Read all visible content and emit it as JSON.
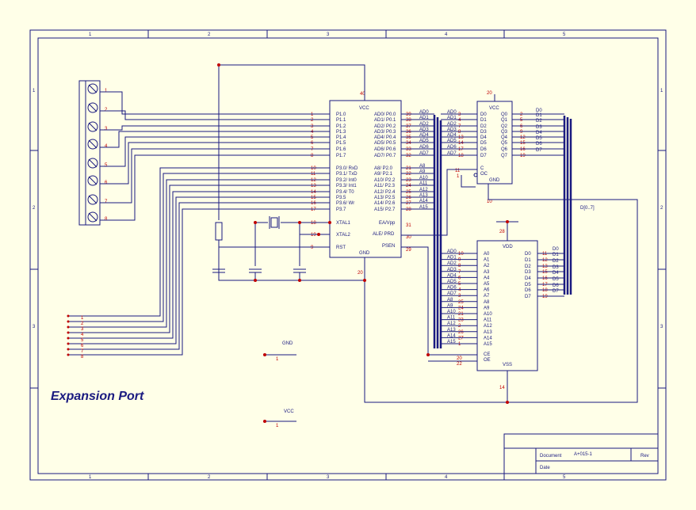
{
  "sheet": {
    "title": "Expansion Port",
    "zones_h": [
      "1",
      "2",
      "3",
      "4",
      "5"
    ],
    "zones_v": [
      "1",
      "2",
      "3"
    ],
    "title_block": {
      "document_label": "Document",
      "document_value": "A+015-1",
      "rev_label": "Rev",
      "date_label": "Date"
    }
  },
  "connector": {
    "pins": [
      "1",
      "2",
      "3",
      "4",
      "5",
      "6",
      "7",
      "8"
    ]
  },
  "header_lower": {
    "pins": [
      "1",
      "2",
      "3",
      "4",
      "5",
      "6",
      "7",
      "8"
    ]
  },
  "mcu": {
    "vcc": "VCC",
    "gnd": "GND",
    "vcc_pin": "40",
    "gnd_pin": "20",
    "left_pins": [
      {
        "n": "1",
        "name": "P1.0"
      },
      {
        "n": "2",
        "name": "P1.1"
      },
      {
        "n": "3",
        "name": "P1.2"
      },
      {
        "n": "4",
        "name": "P1.3"
      },
      {
        "n": "5",
        "name": "P1.4"
      },
      {
        "n": "6",
        "name": "P1.5"
      },
      {
        "n": "7",
        "name": "P1.6"
      },
      {
        "n": "8",
        "name": "P1.7"
      },
      {
        "n": "10",
        "name": "P3.0/ RxD"
      },
      {
        "n": "11",
        "name": "P3.1/ TxD"
      },
      {
        "n": "12",
        "name": "P3.2/ Int0"
      },
      {
        "n": "13",
        "name": "P3.3/ Int1"
      },
      {
        "n": "14",
        "name": "P3.4/ T0"
      },
      {
        "n": "15",
        "name": "P3.5"
      },
      {
        "n": "16",
        "name": "P3.6/ Wr"
      },
      {
        "n": "17",
        "name": "P3.7"
      },
      {
        "n": "18",
        "name": "XTAL1"
      },
      {
        "n": "19",
        "name": "XTAL2"
      },
      {
        "n": "9",
        "name": "RST"
      }
    ],
    "right_pins": [
      {
        "n": "39",
        "name": "AD0/ P0.0",
        "net": "AD0"
      },
      {
        "n": "38",
        "name": "AD1/ P0.1",
        "net": "AD1"
      },
      {
        "n": "37",
        "name": "AD2/ P0.2",
        "net": "AD2"
      },
      {
        "n": "36",
        "name": "AD3/ P0.3",
        "net": "AD3"
      },
      {
        "n": "35",
        "name": "AD4/ P0.4",
        "net": "AD4"
      },
      {
        "n": "34",
        "name": "AD5/ P0.5",
        "net": "AD5"
      },
      {
        "n": "33",
        "name": "AD6/ P0.6",
        "net": "AD6"
      },
      {
        "n": "32",
        "name": "AD7/ P0.7",
        "net": "AD7"
      },
      {
        "n": "21",
        "name": "A8/ P2.0",
        "net": "A8"
      },
      {
        "n": "22",
        "name": "A9/ P2.1",
        "net": "A9"
      },
      {
        "n": "23",
        "name": "A10/ P2.2",
        "net": "A10"
      },
      {
        "n": "24",
        "name": "A11/ P2.3",
        "net": "A11"
      },
      {
        "n": "25",
        "name": "A12/ P2.4",
        "net": "A12"
      },
      {
        "n": "26",
        "name": "A13/ P2.5",
        "net": "A13"
      },
      {
        "n": "27",
        "name": "A14/ P2.6",
        "net": "A14"
      },
      {
        "n": "28",
        "name": "A15/ P2.7",
        "net": "A15"
      }
    ],
    "ea": {
      "n": "31",
      "name": "EA/Vpp"
    },
    "ale": {
      "n": "30",
      "name": "ALE/ PRD"
    },
    "psen": {
      "n": "29",
      "name": "PSEN"
    }
  },
  "latch": {
    "vcc": "VCC",
    "gnd": "GND",
    "vcc_pin": "20",
    "gnd_pin": "10",
    "in_nets": [
      "AD0",
      "AD1",
      "AD2",
      "AD3",
      "AD4",
      "AD5",
      "AD6",
      "AD7"
    ],
    "d_pins": [
      {
        "n": "3",
        "name": "D0"
      },
      {
        "n": "4",
        "name": "D1"
      },
      {
        "n": "7",
        "name": "D2"
      },
      {
        "n": "8",
        "name": "D3"
      },
      {
        "n": "13",
        "name": "D4"
      },
      {
        "n": "14",
        "name": "D5"
      },
      {
        "n": "17",
        "name": "D6"
      },
      {
        "n": "18",
        "name": "D7"
      }
    ],
    "q_pins": [
      {
        "n": "2",
        "name": "Q0"
      },
      {
        "n": "5",
        "name": "Q1"
      },
      {
        "n": "6",
        "name": "Q2"
      },
      {
        "n": "9",
        "name": "Q3"
      },
      {
        "n": "12",
        "name": "Q4"
      },
      {
        "n": "15",
        "name": "Q5"
      },
      {
        "n": "16",
        "name": "Q6"
      },
      {
        "n": "19",
        "name": "Q7"
      }
    ],
    "c": {
      "n": "11",
      "name": "C"
    },
    "oc": {
      "n": "1",
      "name": "OC"
    }
  },
  "latch_outputs": {
    "header": "D0",
    "items": [
      {
        "n": "19",
        "net": "D1"
      },
      {
        "n": "18",
        "net": "D2"
      },
      {
        "n": "17",
        "net": "D3"
      },
      {
        "n": "16",
        "net": "D4"
      },
      {
        "n": "15",
        "net": "D5"
      },
      {
        "n": "14",
        "net": "D6"
      },
      {
        "n": "13",
        "net": "D7"
      },
      {
        "n": "12",
        "net": ""
      }
    ]
  },
  "bus_label": "D[0..7]",
  "mem": {
    "vdd": "VDD",
    "vss": "VSS",
    "vdd_pin": "28",
    "vss_pin": "14",
    "addr_pins": [
      {
        "n": "10",
        "name": "A0",
        "net": "AD0"
      },
      {
        "n": "9",
        "name": "A1",
        "net": "AD1"
      },
      {
        "n": "8",
        "name": "A2",
        "net": "AD2"
      },
      {
        "n": "7",
        "name": "A3",
        "net": "AD3"
      },
      {
        "n": "6",
        "name": "A4",
        "net": "AD4"
      },
      {
        "n": "5",
        "name": "A5",
        "net": "AD5"
      },
      {
        "n": "4",
        "name": "A6",
        "net": "AD6"
      },
      {
        "n": "3",
        "name": "A7",
        "net": "AD7"
      },
      {
        "n": "25",
        "name": "A8",
        "net": "A8"
      },
      {
        "n": "24",
        "name": "A9",
        "net": "A9"
      },
      {
        "n": "21",
        "name": "A10",
        "net": "A10"
      },
      {
        "n": "23",
        "name": "A11",
        "net": "A11"
      },
      {
        "n": "2",
        "name": "A12",
        "net": "A12"
      },
      {
        "n": "26",
        "name": "A13",
        "net": "A13"
      },
      {
        "n": "27",
        "name": "A14",
        "net": "A14"
      },
      {
        "n": "1",
        "name": "A15",
        "net": "A15"
      }
    ],
    "data_pins": [
      {
        "n": "11",
        "name": "D0",
        "net": "D1"
      },
      {
        "n": "12",
        "name": "D1",
        "net": "D2"
      },
      {
        "n": "13",
        "name": "D2",
        "net": "D3"
      },
      {
        "n": "15",
        "name": "D3",
        "net": "D4"
      },
      {
        "n": "16",
        "name": "D4",
        "net": "D5"
      },
      {
        "n": "17",
        "name": "D5",
        "net": "D6"
      },
      {
        "n": "18",
        "name": "D6",
        "net": "D7"
      },
      {
        "n": "19",
        "name": "D7",
        "net": ""
      }
    ],
    "data_header": "D0",
    "ce": {
      "n": "20",
      "name": "CE"
    },
    "oe": {
      "n": "22",
      "name": "OE"
    }
  },
  "power_ports": [
    {
      "name": "GND",
      "pin": "1"
    },
    {
      "name": "VCC",
      "pin": "1"
    }
  ]
}
